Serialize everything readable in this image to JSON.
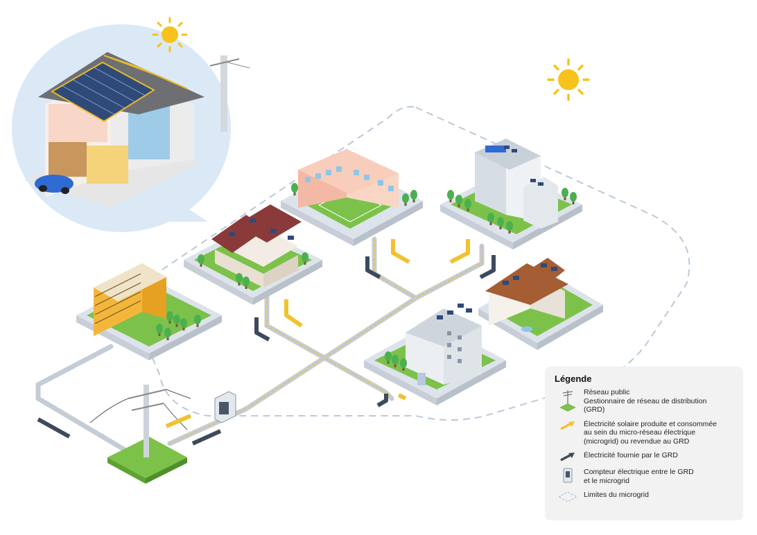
{
  "legend": {
    "title": "Légende",
    "items": [
      {
        "icon": "utility-pole-icon",
        "label": "Réseau public\nGestionnaire de réseau de distribution\n(GRD)"
      },
      {
        "icon": "yellow-arrow-icon",
        "label": "Électricité solaire produite et consommée\nau sein du micro-réseau électrique\n(microgrid) ou revendue au GRD"
      },
      {
        "icon": "dark-arrow-icon",
        "label": "Électricité fournie par le GRD"
      },
      {
        "icon": "electric-meter-icon",
        "label": "Compteur électrique entre le GRD\net le microgrid"
      },
      {
        "icon": "microgrid-boundary-icon",
        "label": "Limites du microgrid"
      }
    ]
  },
  "colors": {
    "solar_flow": "#f2c12e",
    "grid_flow": "#3d4a5c",
    "boundary": "#b9c9dc",
    "grass": "#7cc24a",
    "platform": "#dde3ea",
    "sun": "#f7c21b",
    "callout_bg": "#dbe9f7"
  }
}
